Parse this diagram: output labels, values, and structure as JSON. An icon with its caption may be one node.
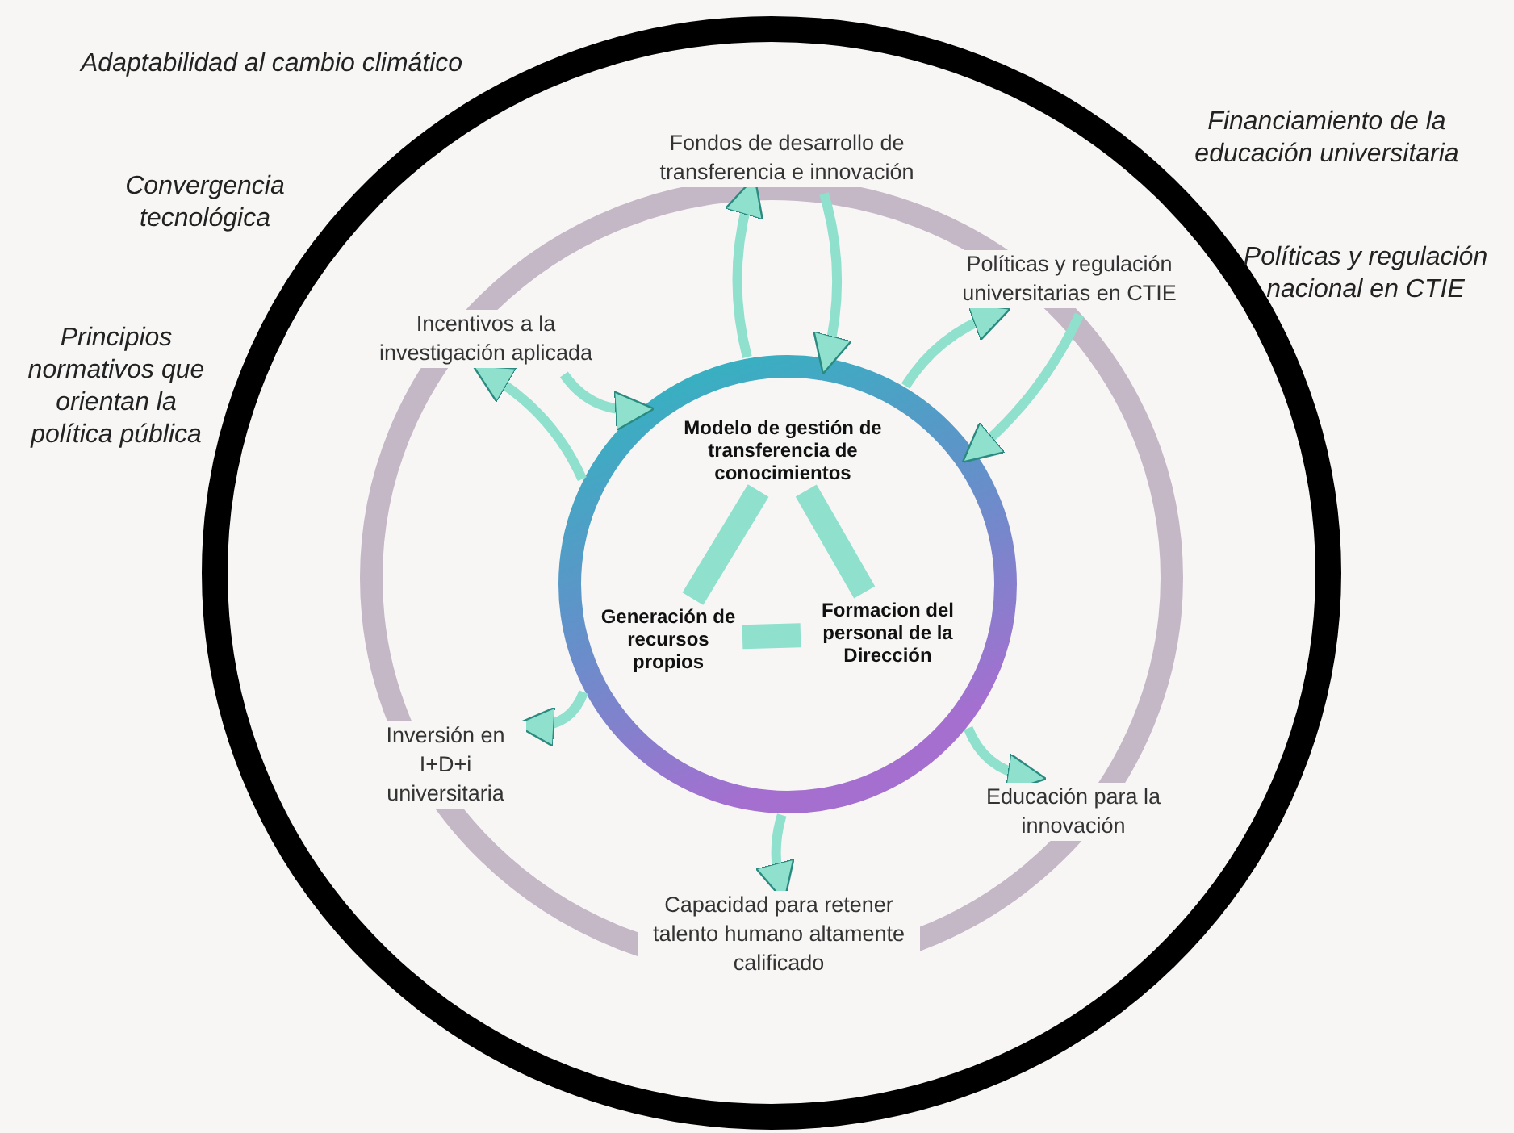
{
  "diagram": {
    "nodes": [
      {
        "text": [
          "Adaptabilidad al cambio climático",
          "Convergencia tecnológica",
          "Principios normativos que orientan la política pública",
          "Financiamiento de la educación universitaria",
          "Políticas y regulación nacional en CTIE"
        ]
      },
      {
        "text": [
          "Fondos de desarrollo de transferencia e innovación"
        ],
        "in": 0
      },
      {
        "text": [],
        "shape": "circle",
        "in": 0
      },
      {
        "text": [
          "Políticas y regulación universitarias en CTIE"
        ],
        "in": 2
      },
      {
        "text": [
          "Incentivos a la investigación aplicada"
        ],
        "in": 2
      },
      {
        "text": [],
        "shape": "circle",
        "in": 2
      },
      {
        "text": [
          "Modelo de gestión de transferencia de conocimientos"
        ],
        "in": 5
      },
      {
        "text": [
          "Generación de recursos propios"
        ],
        "in": 5
      },
      {
        "text": [
          "Formacion del personal de la Dirección"
        ],
        "in": 5
      },
      {
        "text": [
          "Inversión en I+D+i universitaria"
        ],
        "in": 2
      },
      {
        "text": [
          "Educación para la innovación"
        ],
        "in": 2
      },
      {
        "text": [
          "Capacidad para retener talento humano altamente calificado"
        ],
        "in": 2
      }
    ],
    "edges": [
      {
        "from": 5,
        "to": 1,
        "arrow": "to"
      },
      {
        "from": 1,
        "to": 5,
        "arrow": "to"
      },
      {
        "from": 5,
        "to": 3,
        "arrow": "to"
      },
      {
        "from": 3,
        "to": 5,
        "arrow": "to"
      },
      {
        "from": 5,
        "to": 4,
        "arrow": "to"
      },
      {
        "from": 4,
        "to": 5,
        "arrow": "to"
      },
      {
        "from": 5,
        "to": 9,
        "arrow": "to"
      },
      {
        "from": 5,
        "to": 10,
        "arrow": "to"
      },
      {
        "from": 5,
        "to": 11,
        "arrow": "to"
      },
      {
        "from": 6,
        "to": 7,
        "arrow": "none",
        "style": "thick"
      },
      {
        "from": 6,
        "to": 8,
        "arrow": "none",
        "style": "thick"
      },
      {
        "from": 7,
        "to": 8,
        "arrow": "none",
        "style": "thick"
      }
    ]
  }
}
